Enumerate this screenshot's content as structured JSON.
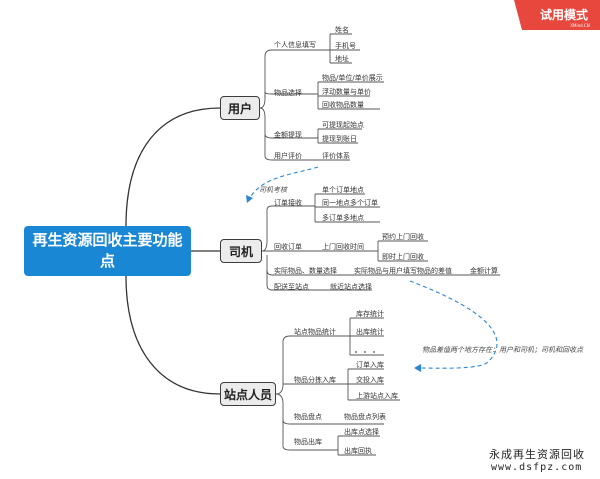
{
  "root": {
    "title": "再生资源回收主要功能点"
  },
  "branches": {
    "user": {
      "label": "用户",
      "groups": {
        "info": {
          "label": "个人信息填写",
          "items": [
            "姓名",
            "手机号",
            "地址"
          ]
        },
        "goods": {
          "label": "物品选择",
          "items": [
            "物品/单位/单价展示",
            "浮动数量与单价",
            "回收物品数量"
          ]
        },
        "amount": {
          "label": "金额提现",
          "items": [
            "可提现起始点",
            "提现到账日"
          ]
        },
        "review": {
          "label": "用户评价",
          "items": [
            "评价体系"
          ]
        }
      }
    },
    "driver": {
      "label": "司机",
      "groups": {
        "order": {
          "label": "订单接收",
          "items": [
            "单个订单地点",
            "同一地点多个订单",
            "多订单多地点"
          ]
        },
        "recycle": {
          "label": "回收订单",
          "sub": "上门回收时间",
          "items": [
            "预约上门回收",
            "即时上门回收"
          ]
        },
        "actual": {
          "label": "实际物品、数量选择",
          "sub": "实际物品与用户填写物品的差值",
          "items": [
            "金额计算"
          ]
        },
        "deliver": {
          "label": "配送至站点",
          "items": [
            "就近站点选择"
          ]
        }
      }
    },
    "station": {
      "label": "站点人员",
      "groups": {
        "stats": {
          "label": "站点物品统计",
          "items": [
            "库存统计",
            "出库统计",
            "..."
          ]
        },
        "classify": {
          "label": "物品分拣入库",
          "items": [
            "订单入库",
            "交投入库",
            "上游站点入库"
          ]
        },
        "inventory": {
          "label": "物品盘点",
          "items": [
            "物品盘点列表"
          ]
        },
        "outbound": {
          "label": "物品出库",
          "items": [
            "出库点选择",
            "出库回执"
          ]
        }
      }
    }
  },
  "notes": {
    "driver_review": "司机考核",
    "diff": "物品差值两个地方存在：用户和司机；司机和回收点"
  },
  "trial_badge": {
    "text": "试用模式",
    "sub": "XMind.CN"
  },
  "watermark": {
    "line1": "永成再生资源回收",
    "line2": "www.dsfpz.com"
  },
  "colors": {
    "root": "#1a87d5",
    "trial": "#e8473d",
    "dashed": "#2a86d5"
  }
}
